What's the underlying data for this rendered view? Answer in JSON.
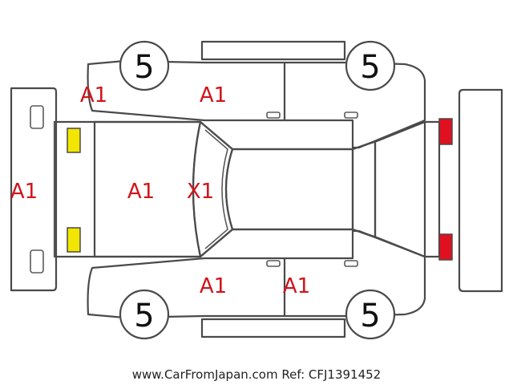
{
  "colors": {
    "outline": "#4a4a4a",
    "damage_marker": "#d0141b",
    "headlight_yellow": "#f2e600",
    "taillight_red": "#e01020"
  },
  "markers": {
    "front_bumper": "A1",
    "front_left_fender": "A1",
    "front_left_door": "A1",
    "hood": "A1",
    "windshield": "X1",
    "front_right_door": "A1",
    "rear_right_door": "A1"
  },
  "wheels": {
    "front_left": "5",
    "rear_left": "5",
    "front_right": "5",
    "rear_right": "5"
  },
  "footer": "www.CarFromJapan.com Ref: CFJ1391452"
}
